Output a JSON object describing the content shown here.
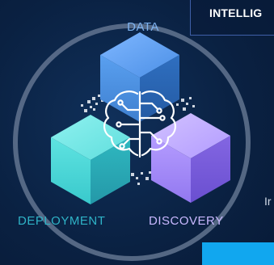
{
  "header": {
    "title": "INTELLIG"
  },
  "diagram": {
    "labels": {
      "data": "DATA",
      "deployment": "DEPLOYMENT",
      "discovery": "DISCOVERY"
    },
    "center_icon": "brain-circuit-icon",
    "colors": {
      "background": "#0b2345",
      "ring": "#7c8aa0",
      "data_cube": "#4a90e2",
      "deployment_cube": "#3fd6d8",
      "discovery_cube": "#a78bfa",
      "data_label": "#7fb3f0",
      "deployment_label": "#2fb3c7",
      "discovery_label": "#c9b8ff",
      "accent_bar": "#11a7ef"
    }
  },
  "side_text": {
    "letter": "Ir"
  }
}
